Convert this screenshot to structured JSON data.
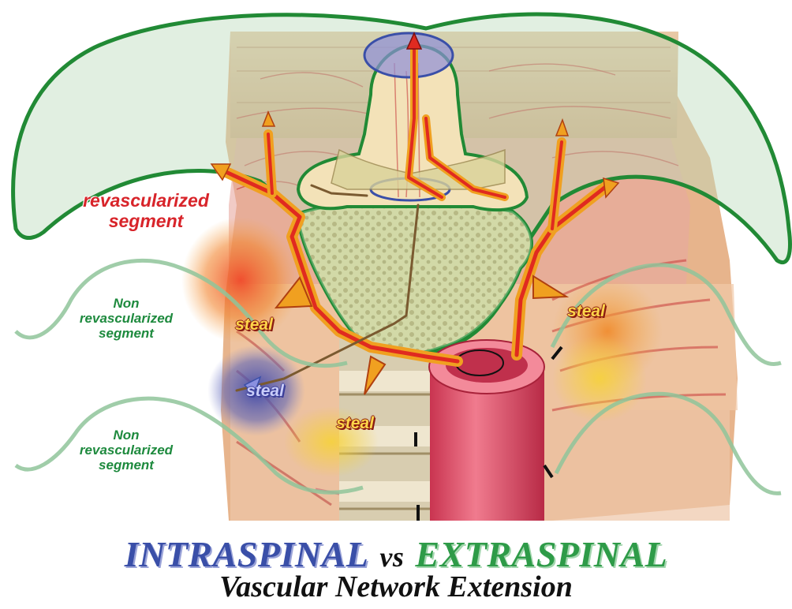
{
  "labels": {
    "revascularized": [
      "revascularized",
      "segment"
    ],
    "non_revascularized_1": [
      "Non",
      "revascularized",
      "segment"
    ],
    "non_revascularized_2": [
      "Non",
      "revascularized",
      "segment"
    ],
    "steal": "steal"
  },
  "title": {
    "intraspinal": "INTRASPINAL",
    "vs": "vs",
    "extraspinal": "EXTRASPINAL",
    "subtitle": "Vascular Network Extension"
  },
  "colors": {
    "intraspinal": "#3a4fa8",
    "extraspinal": "#2e9b48",
    "revascularized_label": "#d8242a",
    "non_revascularized_label": "#1e8a3e",
    "steal_label": "#ffd54a",
    "arrow_fill": "#f0a020",
    "arrow_core": "#e02a20",
    "aorta": "#e0506a"
  }
}
